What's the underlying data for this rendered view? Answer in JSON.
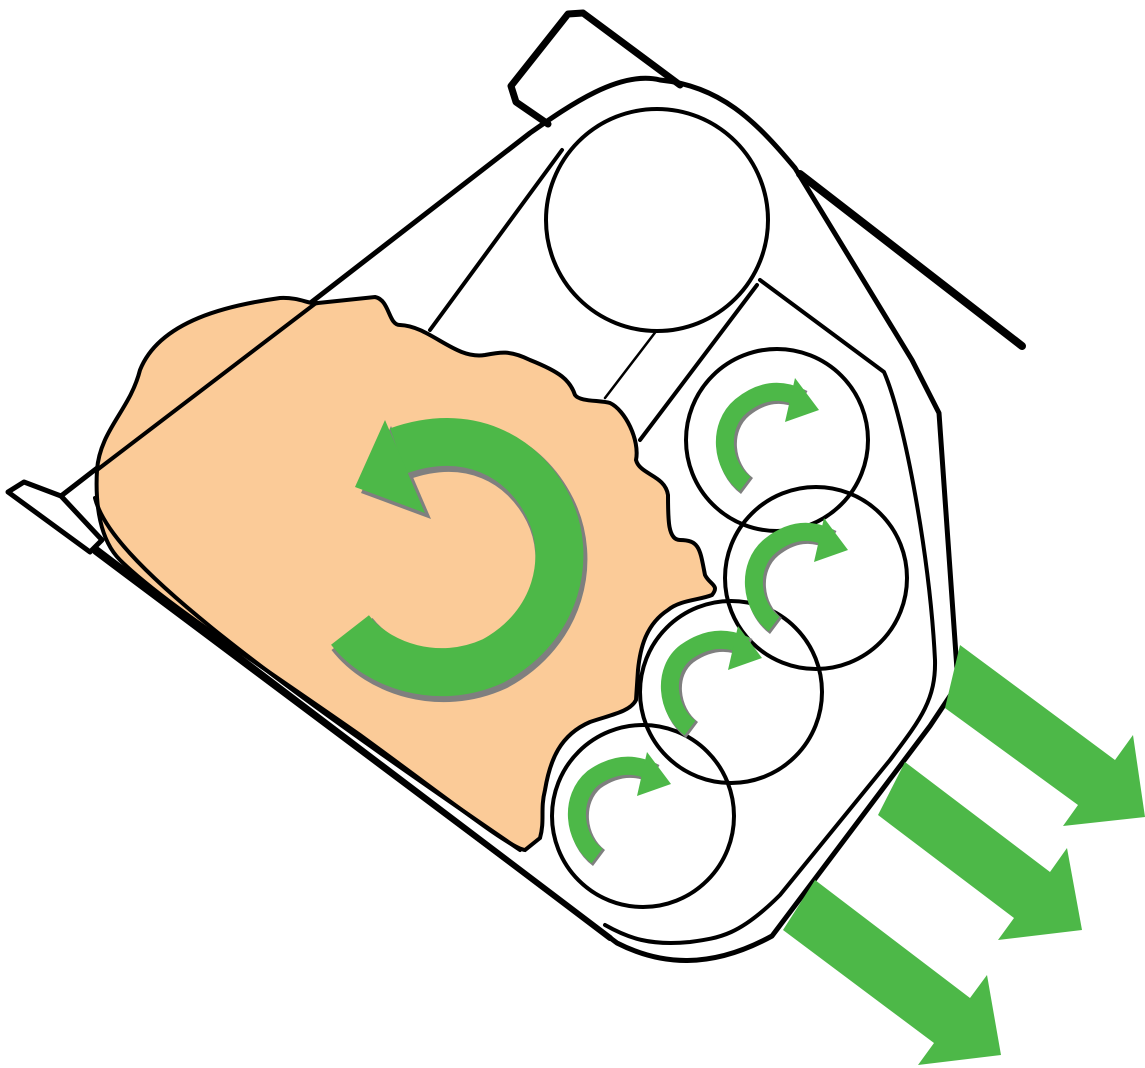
{
  "colors": {
    "material": "#FBCB98",
    "accent": "#4DB848",
    "shadow": "#7F7F7F",
    "outline": "#000000",
    "background": "#FFFFFF"
  },
  "icons": {
    "large_rotation": "counterclockwise-arrow",
    "small_rotation": "clockwise-arrow",
    "output_flow": "straight-arrow"
  }
}
